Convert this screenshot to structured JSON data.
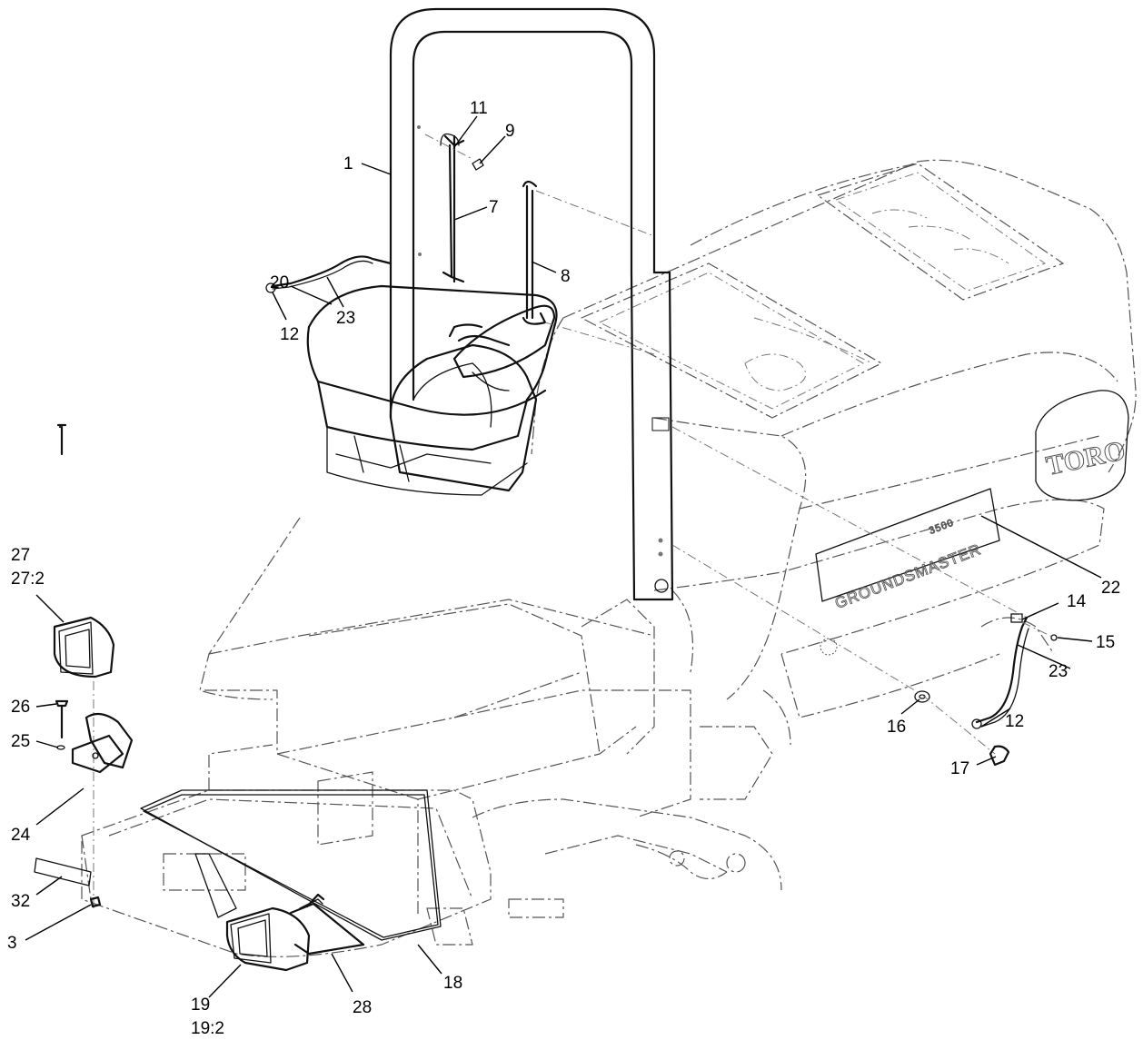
{
  "decals": {
    "brand": "TORO",
    "model_name": "GROUNDSMASTER",
    "model_number": "3500"
  },
  "callouts": [
    {
      "id": "1",
      "label": "1"
    },
    {
      "id": "11",
      "label": "11"
    },
    {
      "id": "9",
      "label": "9"
    },
    {
      "id": "7",
      "label": "7"
    },
    {
      "id": "8",
      "label": "8"
    },
    {
      "id": "23a",
      "label": "23"
    },
    {
      "id": "12a",
      "label": "12"
    },
    {
      "id": "20",
      "label": "20"
    },
    {
      "id": "27",
      "label": "27"
    },
    {
      "id": "27-2",
      "label": "27:2"
    },
    {
      "id": "22",
      "label": "22"
    },
    {
      "id": "14",
      "label": "14"
    },
    {
      "id": "15",
      "label": "15"
    },
    {
      "id": "23b",
      "label": "23"
    },
    {
      "id": "12b",
      "label": "12"
    },
    {
      "id": "16",
      "label": "16"
    },
    {
      "id": "17",
      "label": "17"
    },
    {
      "id": "26",
      "label": "26"
    },
    {
      "id": "25",
      "label": "25"
    },
    {
      "id": "24",
      "label": "24"
    },
    {
      "id": "32",
      "label": "32"
    },
    {
      "id": "3",
      "label": "3"
    },
    {
      "id": "18",
      "label": "18"
    },
    {
      "id": "28",
      "label": "28"
    },
    {
      "id": "19",
      "label": "19"
    },
    {
      "id": "19-2",
      "label": "19:2"
    }
  ]
}
